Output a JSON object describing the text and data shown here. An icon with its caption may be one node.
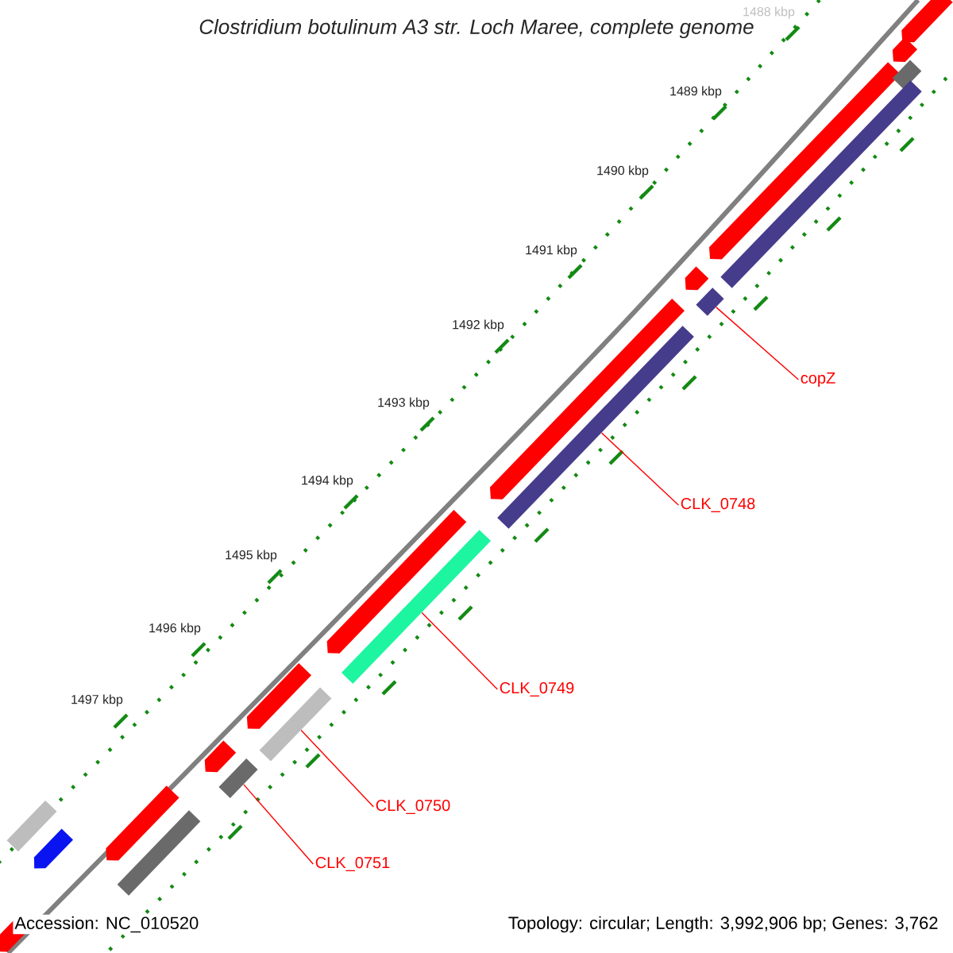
{
  "diagram": {
    "title": "*Clostridium botulinum* A3 str. Loch Maree, complete genome",
    "nodes": [
      {
        "text": [
          "copZ"
        ]
      },
      {
        "text": [
          "CLK_0748"
        ]
      },
      {
        "text": [
          "CLK_0749"
        ]
      },
      {
        "text": [
          "CLK_0750"
        ]
      },
      {
        "text": [
          "CLK_0751"
        ]
      },
      {
        "text": [],
        "shape": "bar"
      },
      {
        "text": [],
        "shape": "bar"
      },
      {
        "text": [],
        "shape": "bar"
      },
      {
        "text": [],
        "shape": "bar"
      },
      {
        "text": [],
        "shape": "bar"
      },
      {
        "text": [],
        "shape": "bar"
      },
      {
        "text": [],
        "shape": "bar"
      },
      {
        "text": [],
        "shape": "bar"
      },
      {
        "text": [],
        "shape": "bar"
      }
    ],
    "edges": [
      {
        "from": 0,
        "to": 7,
        "arrow": "none"
      },
      {
        "from": 1,
        "to": 8,
        "arrow": "none"
      },
      {
        "from": 2,
        "to": 9,
        "arrow": "none"
      },
      {
        "from": 3,
        "to": 10,
        "arrow": "none"
      },
      {
        "from": 4,
        "to": 11,
        "arrow": "none"
      }
    ],
    "labels": [
      "1488 kbp",
      "1489 kbp",
      "1490 kbp",
      "1491 kbp",
      "1492 kbp",
      "1493 kbp",
      "1494 kbp",
      "1495 kbp",
      "1496 kbp",
      "1497 kbp",
      "Accession: NC_010520",
      "Topology: circular; Length: 3,992,906 bp; Genes: 3,762"
    ]
  }
}
